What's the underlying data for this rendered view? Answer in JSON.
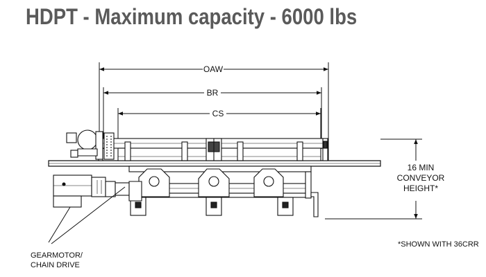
{
  "title": "HDPT - Maximum capacity - 6000 lbs",
  "dimensions": {
    "oaw": "OAW",
    "br": "BR",
    "cs": "CS"
  },
  "height_label": {
    "line1": "16 MIN",
    "line2": "CONVEYOR",
    "line3": "HEIGHT*"
  },
  "drive_label": {
    "line1": "GEARMOTOR/",
    "line2": "CHAIN DRIVE"
  },
  "footnote": "*SHOWN WITH 36CRR"
}
